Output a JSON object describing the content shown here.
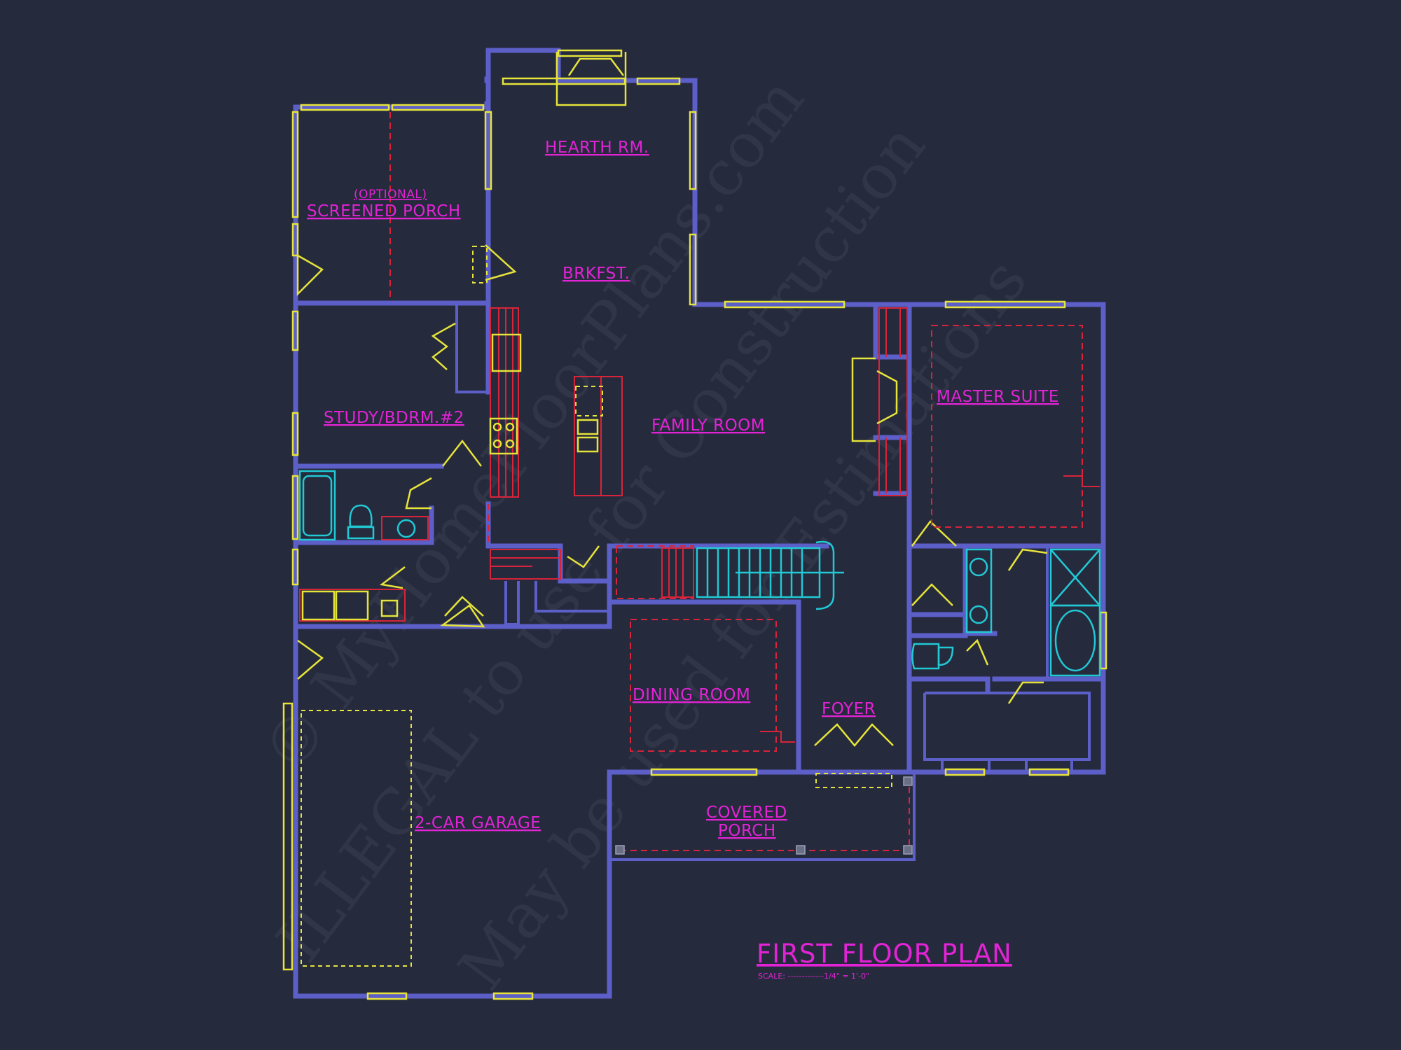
{
  "title": "FIRST FLOOR PLAN",
  "scale_text": "SCALE: -------------1/4\" = 1'-0\"",
  "rooms": {
    "hearth": "HEARTH RM.",
    "optional": "(OPTIONAL)",
    "screened_porch": "SCREENED PORCH",
    "brkfst": "BRKFST.",
    "study": "STUDY/BDRM.#2",
    "family": "FAMILY ROOM",
    "master": "MASTER SUITE",
    "dining": "DINING ROOM",
    "foyer": "FOYER",
    "covered_porch_1": "COVERED",
    "covered_porch_2": "PORCH",
    "garage": "2-CAR GARAGE"
  },
  "watermark": {
    "line1": "© MyHomeFloorPlans.com",
    "line2": "ILLEGAL to use for Construction",
    "line3": "May be used for Estimations"
  },
  "colors": {
    "background": "#262a3d",
    "walls": "#5c5fc8",
    "labels": "#e323d6",
    "doors_windows": "#e6e43a",
    "cabinets": "#d8243a",
    "fixtures": "#21c9d4"
  }
}
